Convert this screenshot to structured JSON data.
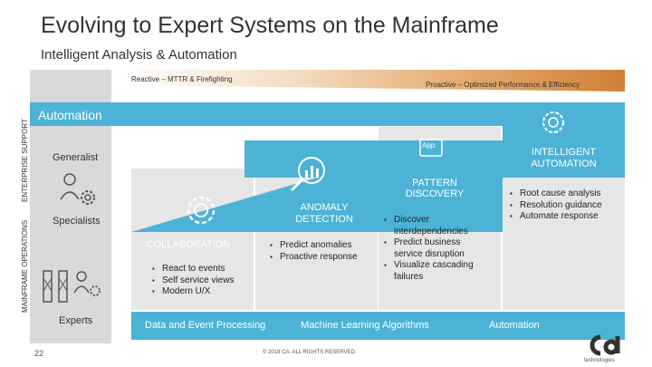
{
  "title": "Evolving to Expert Systems on the Mainframe",
  "subtitle": "Intelligent Analysis & Automation",
  "band": {
    "left": "Reactive – MTTR & Firefighting",
    "right": "Proactive – Optimized Performance & Efficiency"
  },
  "side": {
    "automation": "Automation",
    "generalist": "Generalist",
    "specialists": "Specialists",
    "experts": "Experts",
    "enterprise_support": "ENTERPRISE SUPPORT",
    "mainframe_operations": "MAINFRAME OPERATIONS"
  },
  "collaboration": {
    "title": "COLLABORATION",
    "bullets": [
      "React to events",
      "Self service views",
      "Modern U/X"
    ]
  },
  "anomaly": {
    "title_line1": "ANOMALY",
    "title_line2": "DETECTION",
    "bullets": [
      "Predict anomalies",
      "Proactive response"
    ]
  },
  "pattern": {
    "title_line1": "PATTERN",
    "title_line2": "DISCOVERY",
    "bullets": [
      "Discover interdependencies",
      "Predict business service disruption",
      "Visualize cascading failures"
    ]
  },
  "intelligent": {
    "title_line1": "INTELLIGENT",
    "title_line2": "AUTOMATION",
    "bullets": [
      "Root cause analysis",
      "Resolution guidance",
      "Automate response"
    ]
  },
  "footer": {
    "data_event": "Data and Event Processing",
    "ml": "Machine Learning Algorithms",
    "automation": "Automation"
  },
  "app_icon_label": "App",
  "page_number": "22",
  "copyright": "© 2018 CA. ALL RIGHTS RESERVED.",
  "logo_sub": "technologies",
  "colors": {
    "accent_blue": "#4cb3d6",
    "band_orange": "#cf7f36",
    "panel_gray": "#d9d9d9"
  }
}
